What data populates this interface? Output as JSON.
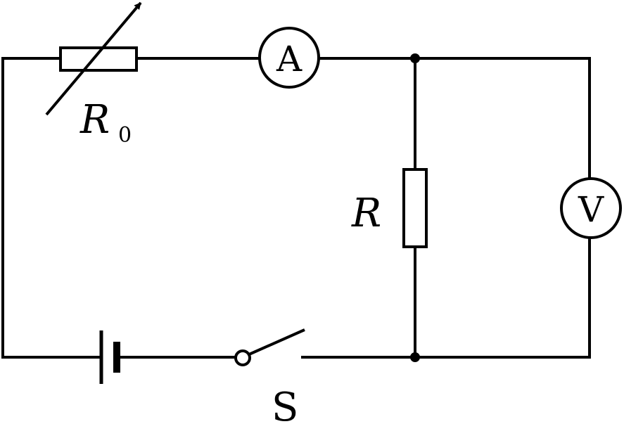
{
  "labels": {
    "rheostat_symbol": "R",
    "rheostat_subscript": "0",
    "resistor": "R",
    "switch": "S",
    "ammeter": "A",
    "voltmeter": "V"
  }
}
